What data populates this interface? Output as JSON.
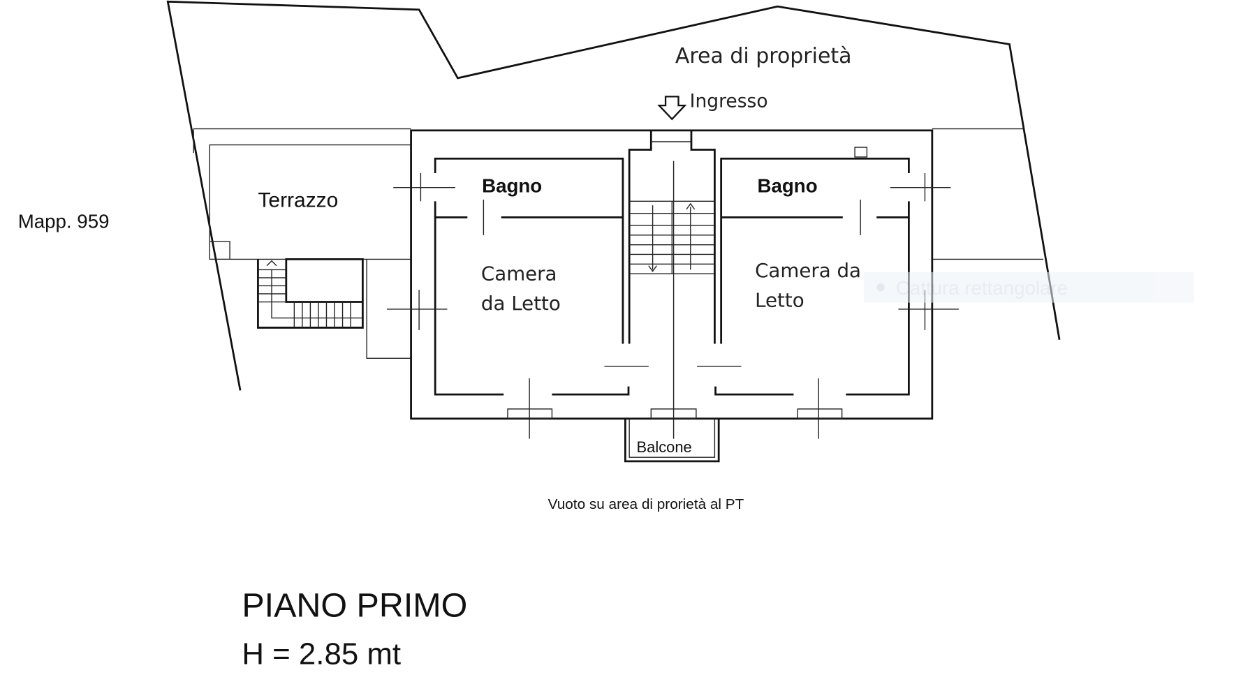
{
  "plan": {
    "area_label": "Area di proprietà",
    "entrance_label": "Ingresso",
    "terrace_label": "Terrazzo",
    "parcel_label": "Mapp. 959",
    "bath_left": "Bagno",
    "bath_right": "Bagno",
    "bedroom_left_line1": "Camera",
    "bedroom_left_line2": "da Letto",
    "bedroom_right_line1": "Camera da",
    "bedroom_right_line2": "Letto",
    "balcony_label": "Balcone",
    "void_note": "Vuoto su area di prorietà al PT"
  },
  "title": {
    "floor": "PIANO  PRIMO",
    "height": "H = 2.85 mt"
  },
  "overlay": {
    "tooltip": "Cattura rettangolare"
  }
}
